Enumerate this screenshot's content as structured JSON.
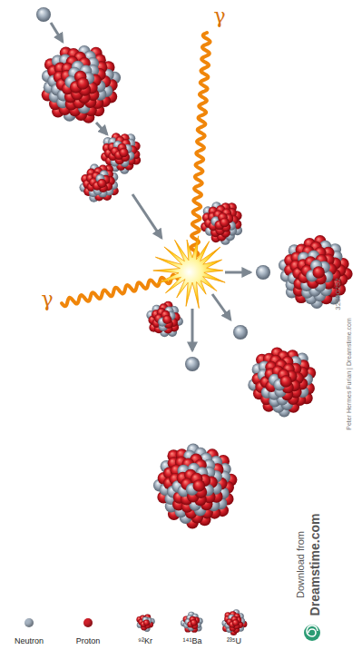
{
  "diagram": {
    "labels": [
      "γ",
      "γ",
      "Download from",
      "Dreamstime.com",
      "32590252",
      "Peter Hermes Furian | Dreamstime.com"
    ],
    "legend": [
      {
        "text": "Neutron",
        "color": "#a7b4c2"
      },
      {
        "text": "Proton",
        "color": "#d0202a"
      },
      {
        "text": "⁹²Kr"
      },
      {
        "text": "¹⁴¹Ba"
      },
      {
        "text": "²³⁵U"
      }
    ]
  }
}
